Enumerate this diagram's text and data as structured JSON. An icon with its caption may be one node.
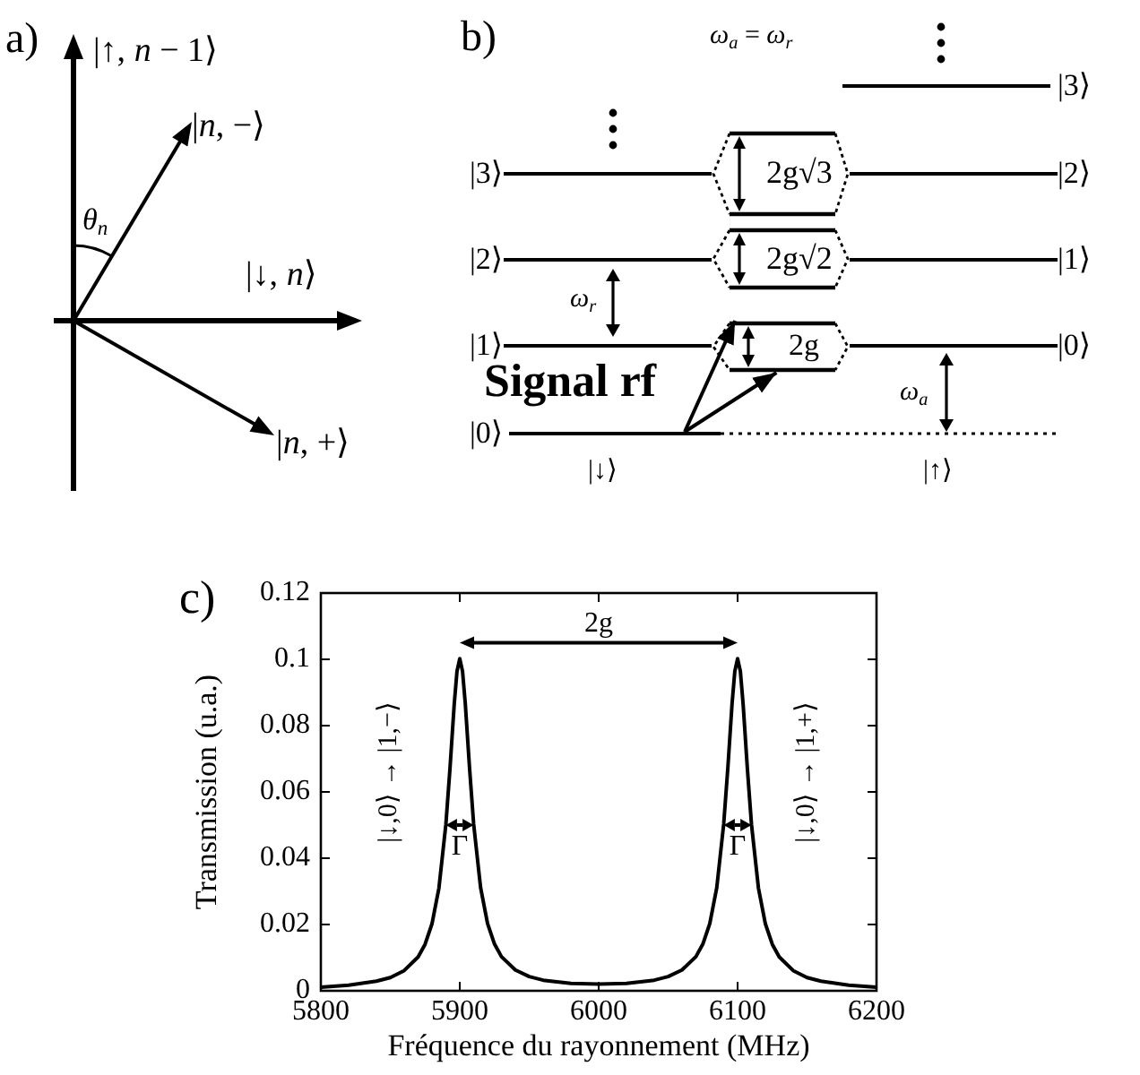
{
  "diagram": {
    "nodes": [
      {
        "text": [
          "2g√3"
        ]
      },
      {
        "text": [
          "2g√2"
        ]
      },
      {
        "text": [
          "2g"
        ]
      },
      {
        "text": [
          "|3⟩"
        ]
      },
      {
        "text": [
          "|2⟩"
        ]
      },
      {
        "text": [
          "|2⟩"
        ]
      },
      {
        "text": [
          "|1⟩"
        ]
      },
      {
        "text": [
          "|1⟩"
        ]
      },
      {
        "text": [
          "|0⟩"
        ]
      }
    ],
    "edges": [
      {
        "from": null,
        "to": 2,
        "arrow": "to"
      },
      {
        "from": null,
        "to": 2,
        "arrow": "to"
      },
      {
        "from": 3,
        "to": 0,
        "arrow": "none"
      },
      {
        "from": 0,
        "to": 4,
        "arrow": "none"
      },
      {
        "from": 5,
        "to": 1,
        "arrow": "none"
      },
      {
        "from": 1,
        "to": 6,
        "arrow": "none"
      },
      {
        "from": 7,
        "to": 2,
        "arrow": "none"
      },
      {
        "from": 2,
        "to": 8,
        "arrow": "none"
      }
    ],
    "labels": [
      "a)",
      "|↑, *n* − 1⟩",
      "|*n*, −⟩",
      "*θ*$_{n}$",
      "|↓, *n*⟩",
      "|*n*, +⟩",
      "b)",
      "*ω*$_{a}$ = *ω*$_{r}$",
      "|3⟩",
      "*ω*$_{r}$",
      "Signal rf",
      "*ω*$_{a}$",
      "|0⟩",
      "|↓⟩",
      "|↑⟩",
      "c)"
    ],
    "chart_data": {
      "type": "line",
      "xlabel": "Fréquence du rayonnement (MHz)",
      "ylabel": "Transmission (u.a.)",
      "x": [
        5800,
        5820,
        5840,
        5850,
        5860,
        5870,
        5875,
        5880,
        5885,
        5890,
        5893,
        5896,
        5898,
        5900,
        5902,
        5904,
        5907,
        5910,
        5915,
        5920,
        5925,
        5930,
        5940,
        5950,
        5960,
        5980,
        6000,
        6020,
        6040,
        6050,
        6060,
        6070,
        6075,
        6080,
        6085,
        6090,
        6093,
        6096,
        6098,
        6100,
        6102,
        6104,
        6107,
        6110,
        6115,
        6120,
        6125,
        6130,
        6140,
        6150,
        6160,
        6180,
        6200
      ],
      "series": [
        {
          "color": "#000000",
          "values": [
            0.0011,
            0.0017,
            0.0029,
            0.004,
            0.0061,
            0.0102,
            0.014,
            0.0202,
            0.031,
            0.0502,
            0.0673,
            0.0864,
            0.0964,
            0.1002,
            0.0964,
            0.0865,
            0.0674,
            0.0503,
            0.0311,
            0.0203,
            0.0141,
            0.0103,
            0.0063,
            0.0043,
            0.0032,
            0.0022,
            0.002,
            0.0022,
            0.0032,
            0.0043,
            0.0063,
            0.0103,
            0.0141,
            0.0203,
            0.0311,
            0.0503,
            0.0674,
            0.0865,
            0.0964,
            0.1002,
            0.0964,
            0.0864,
            0.0673,
            0.0502,
            0.031,
            0.0202,
            0.014,
            0.0102,
            0.0061,
            0.004,
            0.0029,
            0.0017,
            0.0011
          ]
        }
      ],
      "xlim": [
        5800,
        6200
      ],
      "ylim": [
        0,
        0.12
      ],
      "xticks": [
        5800,
        5900,
        6000,
        6100,
        6200
      ],
      "yticks": [
        0,
        0.02,
        0.04,
        0.06,
        0.08,
        0.1,
        0.12
      ],
      "annotations": [
        "2g",
        "Γ",
        "Γ",
        "|↓,0⟩ → |1,−⟩",
        "|↓,0⟩ → |1,+⟩"
      ]
    }
  }
}
